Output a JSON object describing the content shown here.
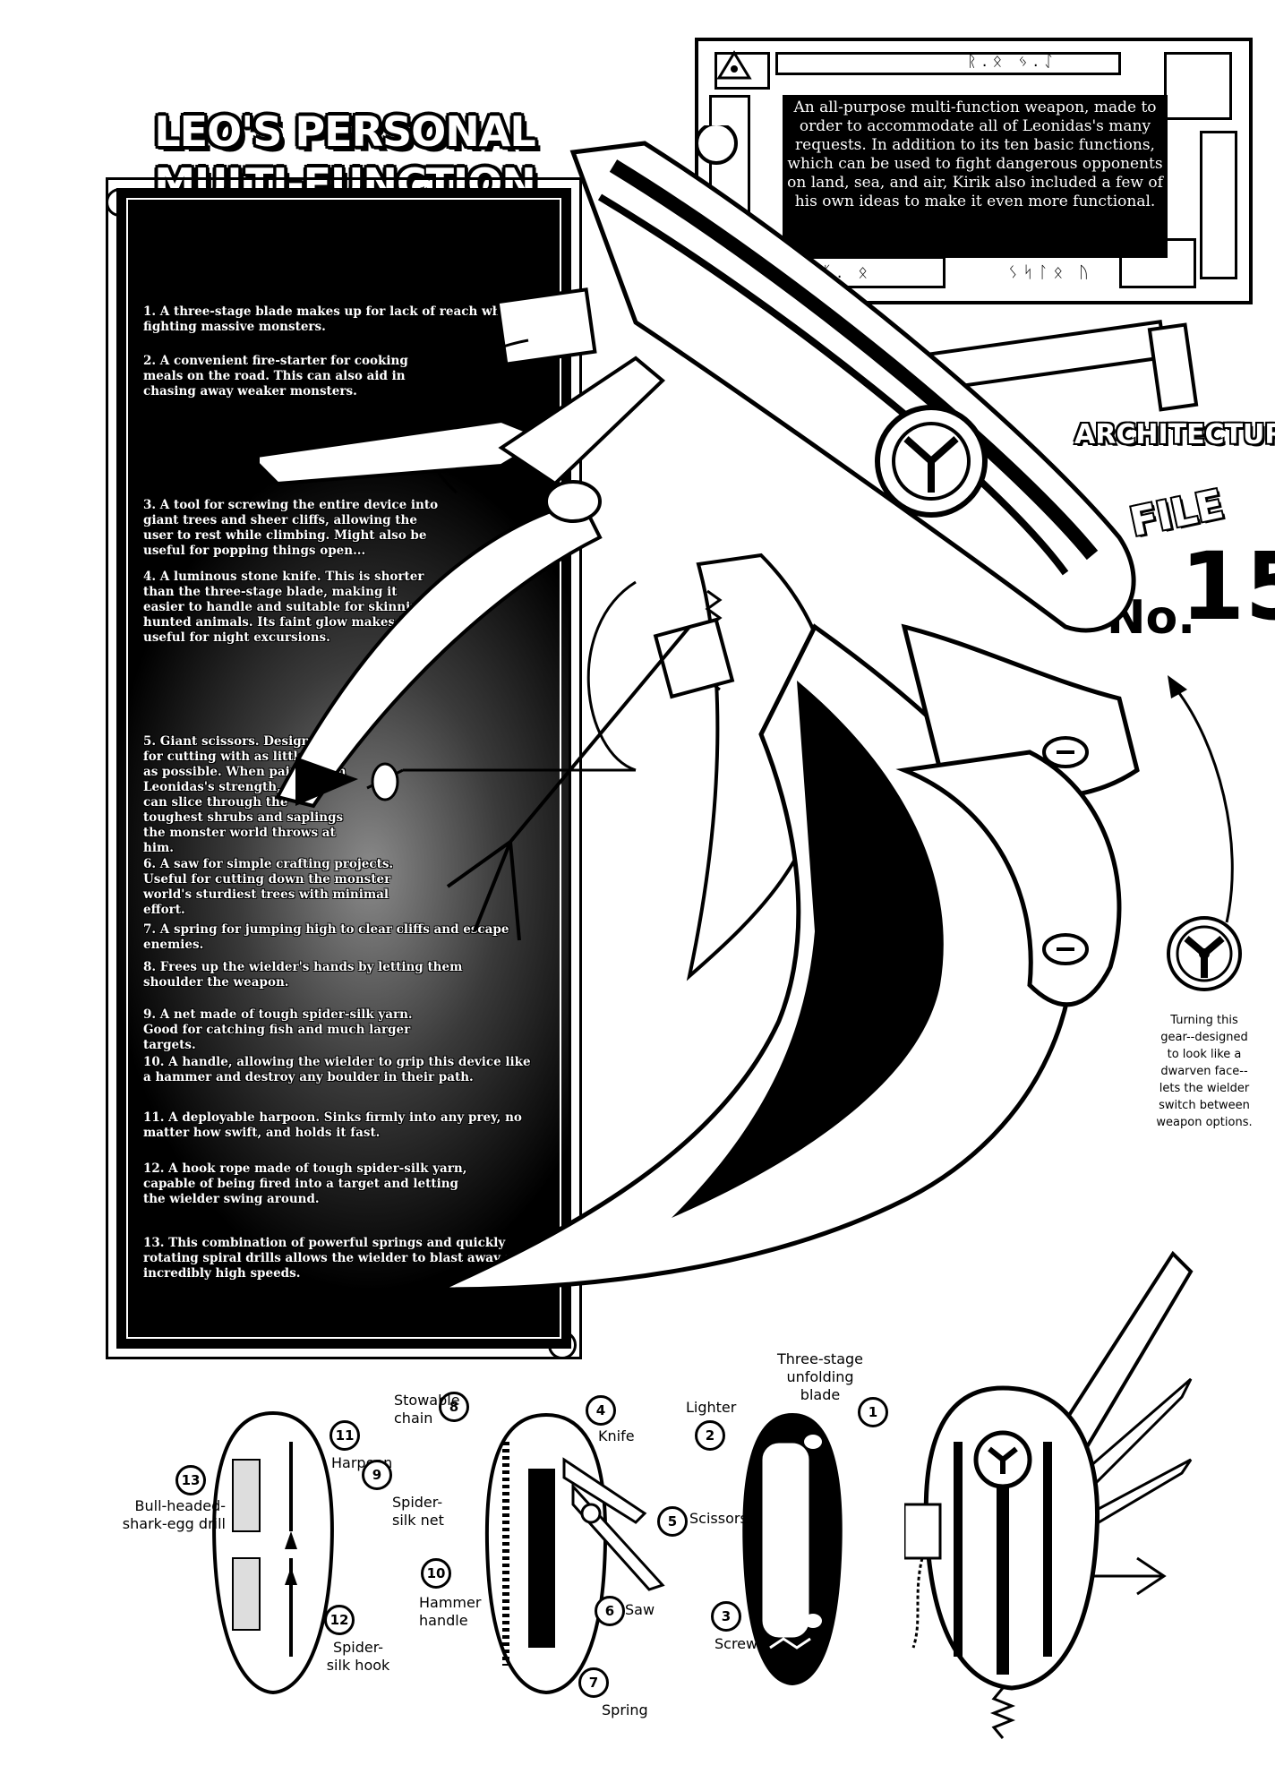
{
  "title": {
    "line1": "LEO'S PERSONAL",
    "line2": "MULTI-FUNCTION BLADE"
  },
  "description": "An all-purpose multi-function weapon, made to order to accommodate all of Leonidas's many requests. In addition to its ten basic functions, which can be used to fight dangerous opponents on land, sea, and air, Kirik also included a few of his own ideas to make it even more functional.",
  "architecture": {
    "heading": "ARCHITECTURE",
    "file_word": "FILE",
    "no_word": "No.",
    "number": "15"
  },
  "features": [
    "1. A three-stage blade makes up for lack of reach when fighting massive monsters.",
    "2. A convenient fire-starter for cooking meals on the road. This can also aid in chasing away weaker monsters.",
    "3. A tool for screwing the entire device into giant trees and sheer cliffs, allowing the user to rest while climbing. Might also be useful for popping things open...",
    "4. A luminous stone knife. This is shorter than the three-stage blade, making it easier to handle and suitable for skinning hunted animals. Its faint glow makes it useful for night excursions.",
    "5. Giant scissors. Designed for cutting with as little force as possible. When paired with Leonidas's strength, these can slice through the toughest shrubs and saplings the monster world throws at him.",
    "6. A saw for simple crafting projects. Useful for cutting down the monster world's sturdiest trees with minimal effort.",
    "7. A spring for jumping high to clear cliffs and escape enemies.",
    "8. Frees up the wielder's hands by letting them shoulder the weapon.",
    "9. A net made of tough spider-silk yarn. Good for catching fish and much larger targets.",
    "10. A handle, allowing the wielder to grip this device like a hammer and destroy any boulder in their path.",
    "11. A deployable harpoon. Sinks firmly into any prey, no matter how swift, and holds it fast.",
    "12. A hook rope made of tough spider-silk yarn, capable of being fired into a target and letting the wielder swing around.",
    "13. This combination of powerful springs and quickly rotating spiral drills allows the wielder to blast away at incredibly high speeds."
  ],
  "gear_caption": "Turning this gear--designed to look like a dwarven face--lets the wielder switch between weapon options.",
  "labels": {
    "n13": "13",
    "drill": "Bull-headed-shark-egg drill",
    "n11": "11",
    "harpoon": "Harpoon",
    "n12": "12",
    "hook": "Spider-silk hook",
    "n8": "8",
    "chain": "Stowable chain",
    "n9": "9",
    "net": "Spider-silk net",
    "n10": "10",
    "hammer": "Hammer handle",
    "n4": "4",
    "knife": "Knife",
    "n5": "5",
    "scissors": "Scissors",
    "n6": "6",
    "saw": "Saw",
    "n7": "7",
    "spring": "Spring",
    "n2": "2",
    "lighter": "Lighter",
    "n1": "1",
    "blade": "Three-stage unfolding blade",
    "n3": "3",
    "screw": "Screw"
  },
  "glyph_rows": {
    "top": "ᚱ.ᛟ ᛃ.ᛇ",
    "bottom_left": "ᚴ. ᛟ",
    "bottom_right": "ᛊᛋᛚᛟ ᚢ"
  }
}
